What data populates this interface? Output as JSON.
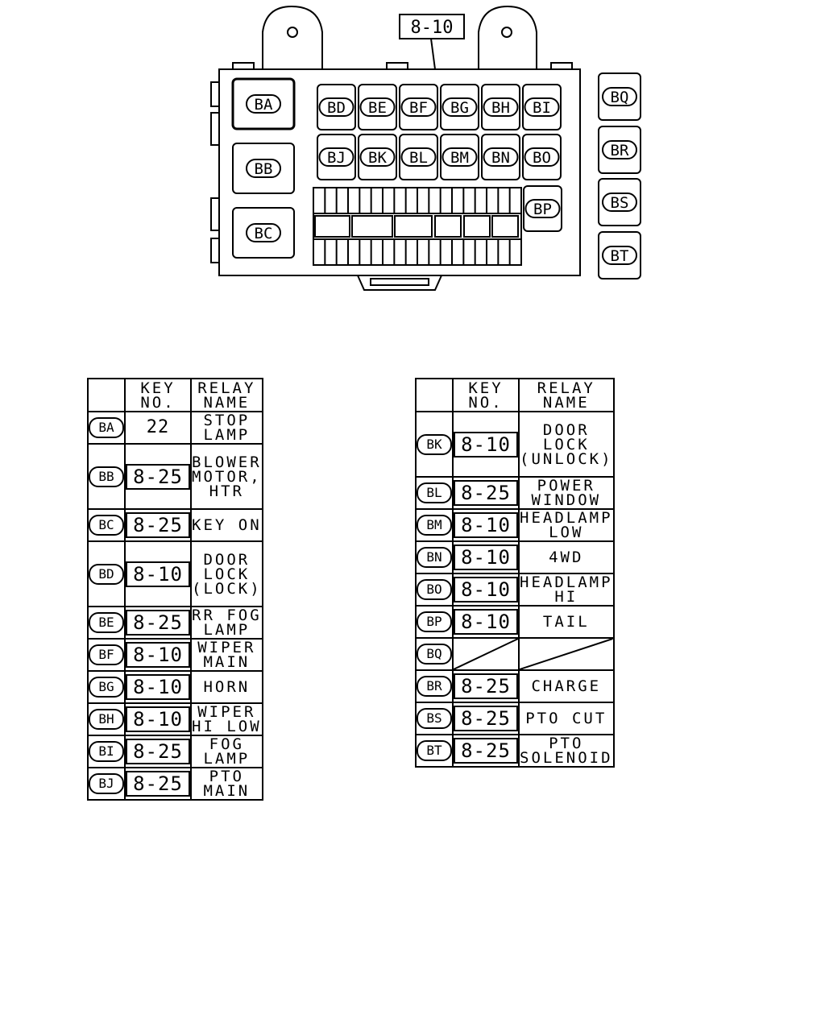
{
  "callout": "8-10",
  "fuse_box": {
    "left_relays": [
      "BA",
      "BB",
      "BC"
    ],
    "row1": [
      "BD",
      "BE",
      "BF",
      "BG",
      "BH",
      "BI"
    ],
    "row2": [
      "BJ",
      "BK",
      "BL",
      "BM",
      "BN",
      "BO"
    ],
    "extra": "BP",
    "side": [
      "BQ",
      "BR",
      "BS",
      "BT"
    ]
  },
  "headers": {
    "key": "KEY NO.",
    "relay": "RELAY NAME"
  },
  "table_left": [
    {
      "id": "BA",
      "key": "22",
      "boxed": false,
      "name": "STOP LAMP",
      "tall": false
    },
    {
      "id": "BB",
      "key": "8-25",
      "boxed": true,
      "name": "BLOWER MOTOR,\nHTR",
      "tall": true
    },
    {
      "id": "BC",
      "key": "8-25",
      "boxed": true,
      "name": "KEY ON",
      "tall": false
    },
    {
      "id": "BD",
      "key": "8-10",
      "boxed": true,
      "name": "DOOR LOCK\n(LOCK)",
      "tall": true
    },
    {
      "id": "BE",
      "key": "8-25",
      "boxed": true,
      "name": "RR FOG LAMP",
      "tall": false
    },
    {
      "id": "BF",
      "key": "8-10",
      "boxed": true,
      "name": "WIPER MAIN",
      "tall": false
    },
    {
      "id": "BG",
      "key": "8-10",
      "boxed": true,
      "name": "HORN",
      "tall": false
    },
    {
      "id": "BH",
      "key": "8-10",
      "boxed": true,
      "name": "WIPER HI LOW",
      "tall": false
    },
    {
      "id": "BI",
      "key": "8-25",
      "boxed": true,
      "name": "FOG LAMP",
      "tall": false
    },
    {
      "id": "BJ",
      "key": "8-25",
      "boxed": true,
      "name": "PTO MAIN",
      "tall": false
    }
  ],
  "table_right": [
    {
      "id": "BK",
      "key": "8-10",
      "boxed": true,
      "name": "DOOR LOCK\n(UNLOCK)",
      "tall": true
    },
    {
      "id": "BL",
      "key": "8-25",
      "boxed": true,
      "name": "POWER WINDOW",
      "tall": false
    },
    {
      "id": "BM",
      "key": "8-10",
      "boxed": true,
      "name": "HEADLAMP LOW",
      "tall": false
    },
    {
      "id": "BN",
      "key": "8-10",
      "boxed": true,
      "name": "4WD",
      "tall": false
    },
    {
      "id": "BO",
      "key": "8-10",
      "boxed": true,
      "name": "HEADLAMP HI",
      "tall": false
    },
    {
      "id": "BP",
      "key": "8-10",
      "boxed": true,
      "name": "TAIL",
      "tall": false
    },
    {
      "id": "BQ",
      "key": "",
      "boxed": false,
      "name": "",
      "tall": false,
      "empty": true
    },
    {
      "id": "BR",
      "key": "8-25",
      "boxed": true,
      "name": "CHARGE",
      "tall": false
    },
    {
      "id": "BS",
      "key": "8-25",
      "boxed": true,
      "name": "PTO CUT",
      "tall": false
    },
    {
      "id": "BT",
      "key": "8-25",
      "boxed": true,
      "name": "PTO SOLENOID",
      "tall": false
    }
  ]
}
